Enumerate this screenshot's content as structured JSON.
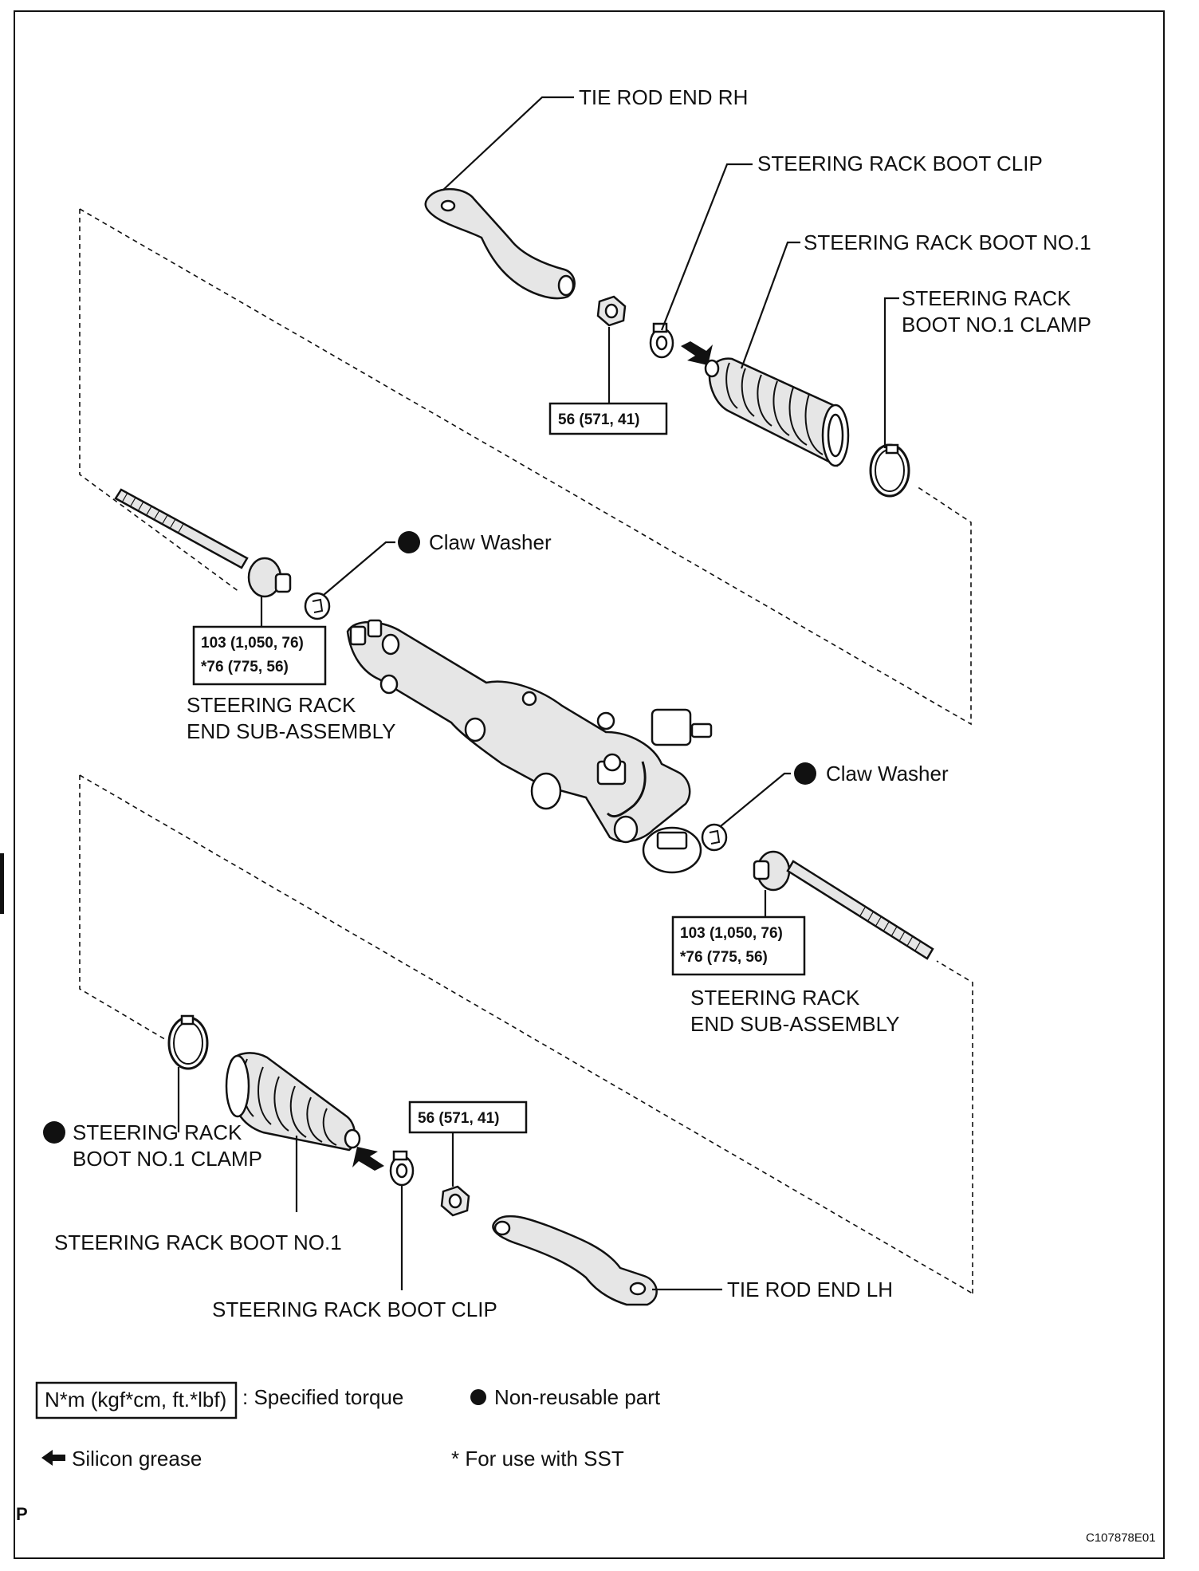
{
  "labels": {
    "tie_rod_end_rh": "TIE ROD END RH",
    "boot_clip_top": "STEERING RACK BOOT CLIP",
    "boot_no1_top": "STEERING RACK BOOT NO.1",
    "boot_clamp_top_l1": "STEERING RACK",
    "boot_clamp_top_l2": "BOOT NO.1 CLAMP",
    "claw_washer_left": "Claw Washer",
    "claw_washer_right": "Claw Washer",
    "rack_end_left_l1": "STEERING RACK",
    "rack_end_left_l2": "END SUB-ASSEMBLY",
    "rack_end_right_l1": "STEERING RACK",
    "rack_end_right_l2": "END SUB-ASSEMBLY",
    "boot_clamp_bottom_l1": "STEERING RACK",
    "boot_clamp_bottom_l2": "BOOT NO.1 CLAMP",
    "boot_no1_bottom": "STEERING RACK BOOT NO.1",
    "boot_clip_bottom": "STEERING RACK BOOT CLIP",
    "tie_rod_end_lh": "TIE ROD END LH"
  },
  "torques": {
    "nut_top": "56 (571, 41)",
    "rack_end_left_l1": "103 (1,050, 76)",
    "rack_end_left_l2": "*76 (775, 56)",
    "rack_end_right_l1": "103 (1,050, 76)",
    "rack_end_right_l2": "*76 (775, 56)",
    "nut_bottom": "56 (571, 41)"
  },
  "legend": {
    "torque_unit": "N*m (kgf*cm, ft.*lbf)",
    "torque_desc": ": Specified torque",
    "non_reusable": "Non-reusable part",
    "silicon_grease": "Silicon grease",
    "sst_note": "* For use with SST"
  },
  "footer": {
    "left_mark": "P",
    "figure_code": "C107878E01"
  }
}
